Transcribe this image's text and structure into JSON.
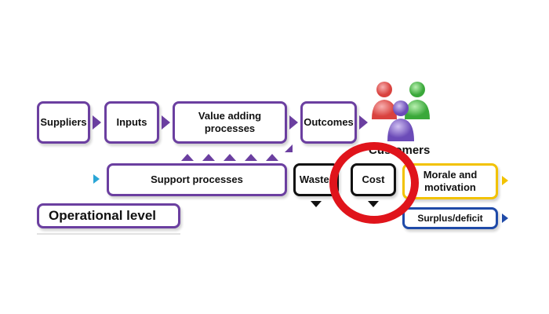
{
  "flow": {
    "suppliers": "Suppliers",
    "inputs": "Inputs",
    "value_adding": "Value adding processes",
    "outcomes": "Outcomes",
    "customers": "Customers"
  },
  "support": {
    "support_processes": "Support processes",
    "waste": "Waste(",
    "cost": "Cost",
    "morale": "Morale and motivation",
    "surplus": "Surplus/deficit"
  },
  "level": "Operational level",
  "colors": {
    "purple": "#6b3fa0",
    "yellow": "#f2c200",
    "blue": "#1f4aa8",
    "annotation_red": "#e0141b",
    "cyan_arrow": "#2aa6d6"
  },
  "icons": [
    "customers-people-icon",
    "red-circle-annotation"
  ]
}
